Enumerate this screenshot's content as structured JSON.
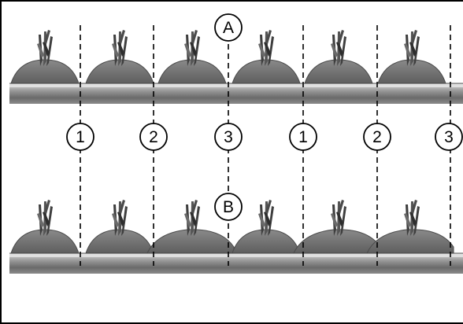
{
  "row_labels": {
    "top": "A",
    "bottom": "B"
  },
  "divider_labels": [
    "1",
    "2",
    "3",
    "1",
    "2",
    "3"
  ],
  "colors": {
    "mound": "#6e6e6e",
    "mound_dark": "#5a5a5a",
    "belt": "#7a7a7a",
    "belt_light": "#c8c8c8",
    "plant": "#444444",
    "line": "#000000"
  }
}
